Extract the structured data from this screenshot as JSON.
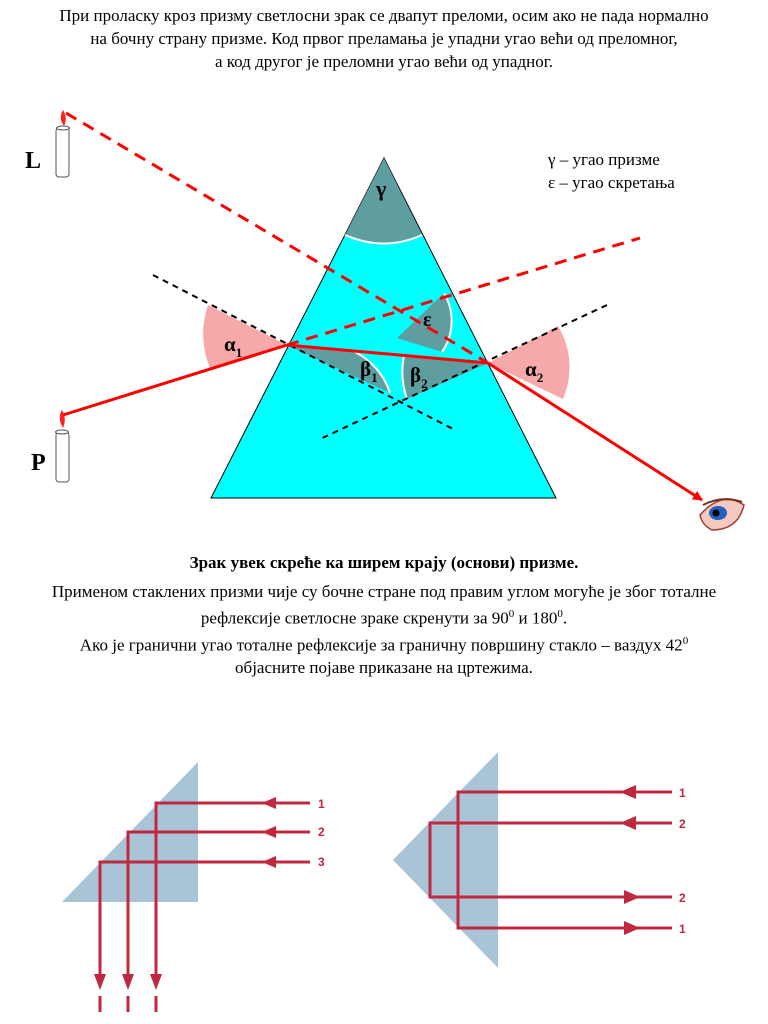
{
  "intro": {
    "line1": "При проласку кроз призму светлосни зрак се двапут преломи, осим ако не пада нормално",
    "line2": "на бочну страну призме. Код првог преламања је упадни угао већи од преломног,",
    "line3": "а код другог је преломни угао већи од упадног."
  },
  "prism_diagram": {
    "label_L": "L",
    "label_P": "P",
    "gamma": "γ",
    "epsilon": "ε",
    "alpha": "α",
    "beta": "β",
    "sub_1": "1",
    "sub_2": "2",
    "legend_line1": "γ – угао призме",
    "legend_line2": "ε – угао скретања",
    "colors": {
      "prism": "#00ffff",
      "angle": "#5f9ea0",
      "alpha_angle": "#f7a8a8",
      "ray": "#ff0000"
    }
  },
  "rule_text": "Зрак увек скреће ка ширем крају (основи) призме.",
  "description": {
    "line1": "Применом стаклених призми чије су бочне стране под правим углом могуће је због тоталне",
    "line2_pre": "рефлексије светлосне зраке скренути за 90",
    "line2_sup1": "0",
    "line2_mid": " и 180",
    "line2_sup2": "0",
    "line2_post": ".",
    "line3_pre": "Ако је гранични угао тоталне рефлексије за граничну површину стакло – ваздух 42",
    "line3_sup": "0",
    "line4": "објасните појаве приказане на цртежима."
  },
  "reflection_prisms": {
    "left_ray_labels": [
      "1",
      "2",
      "3"
    ],
    "right_ray_labels": [
      "1",
      "2",
      "2",
      "1"
    ],
    "colors": {
      "glass": "#a9c4d6",
      "ray": "#c0283f",
      "label": "#c0283f"
    }
  }
}
